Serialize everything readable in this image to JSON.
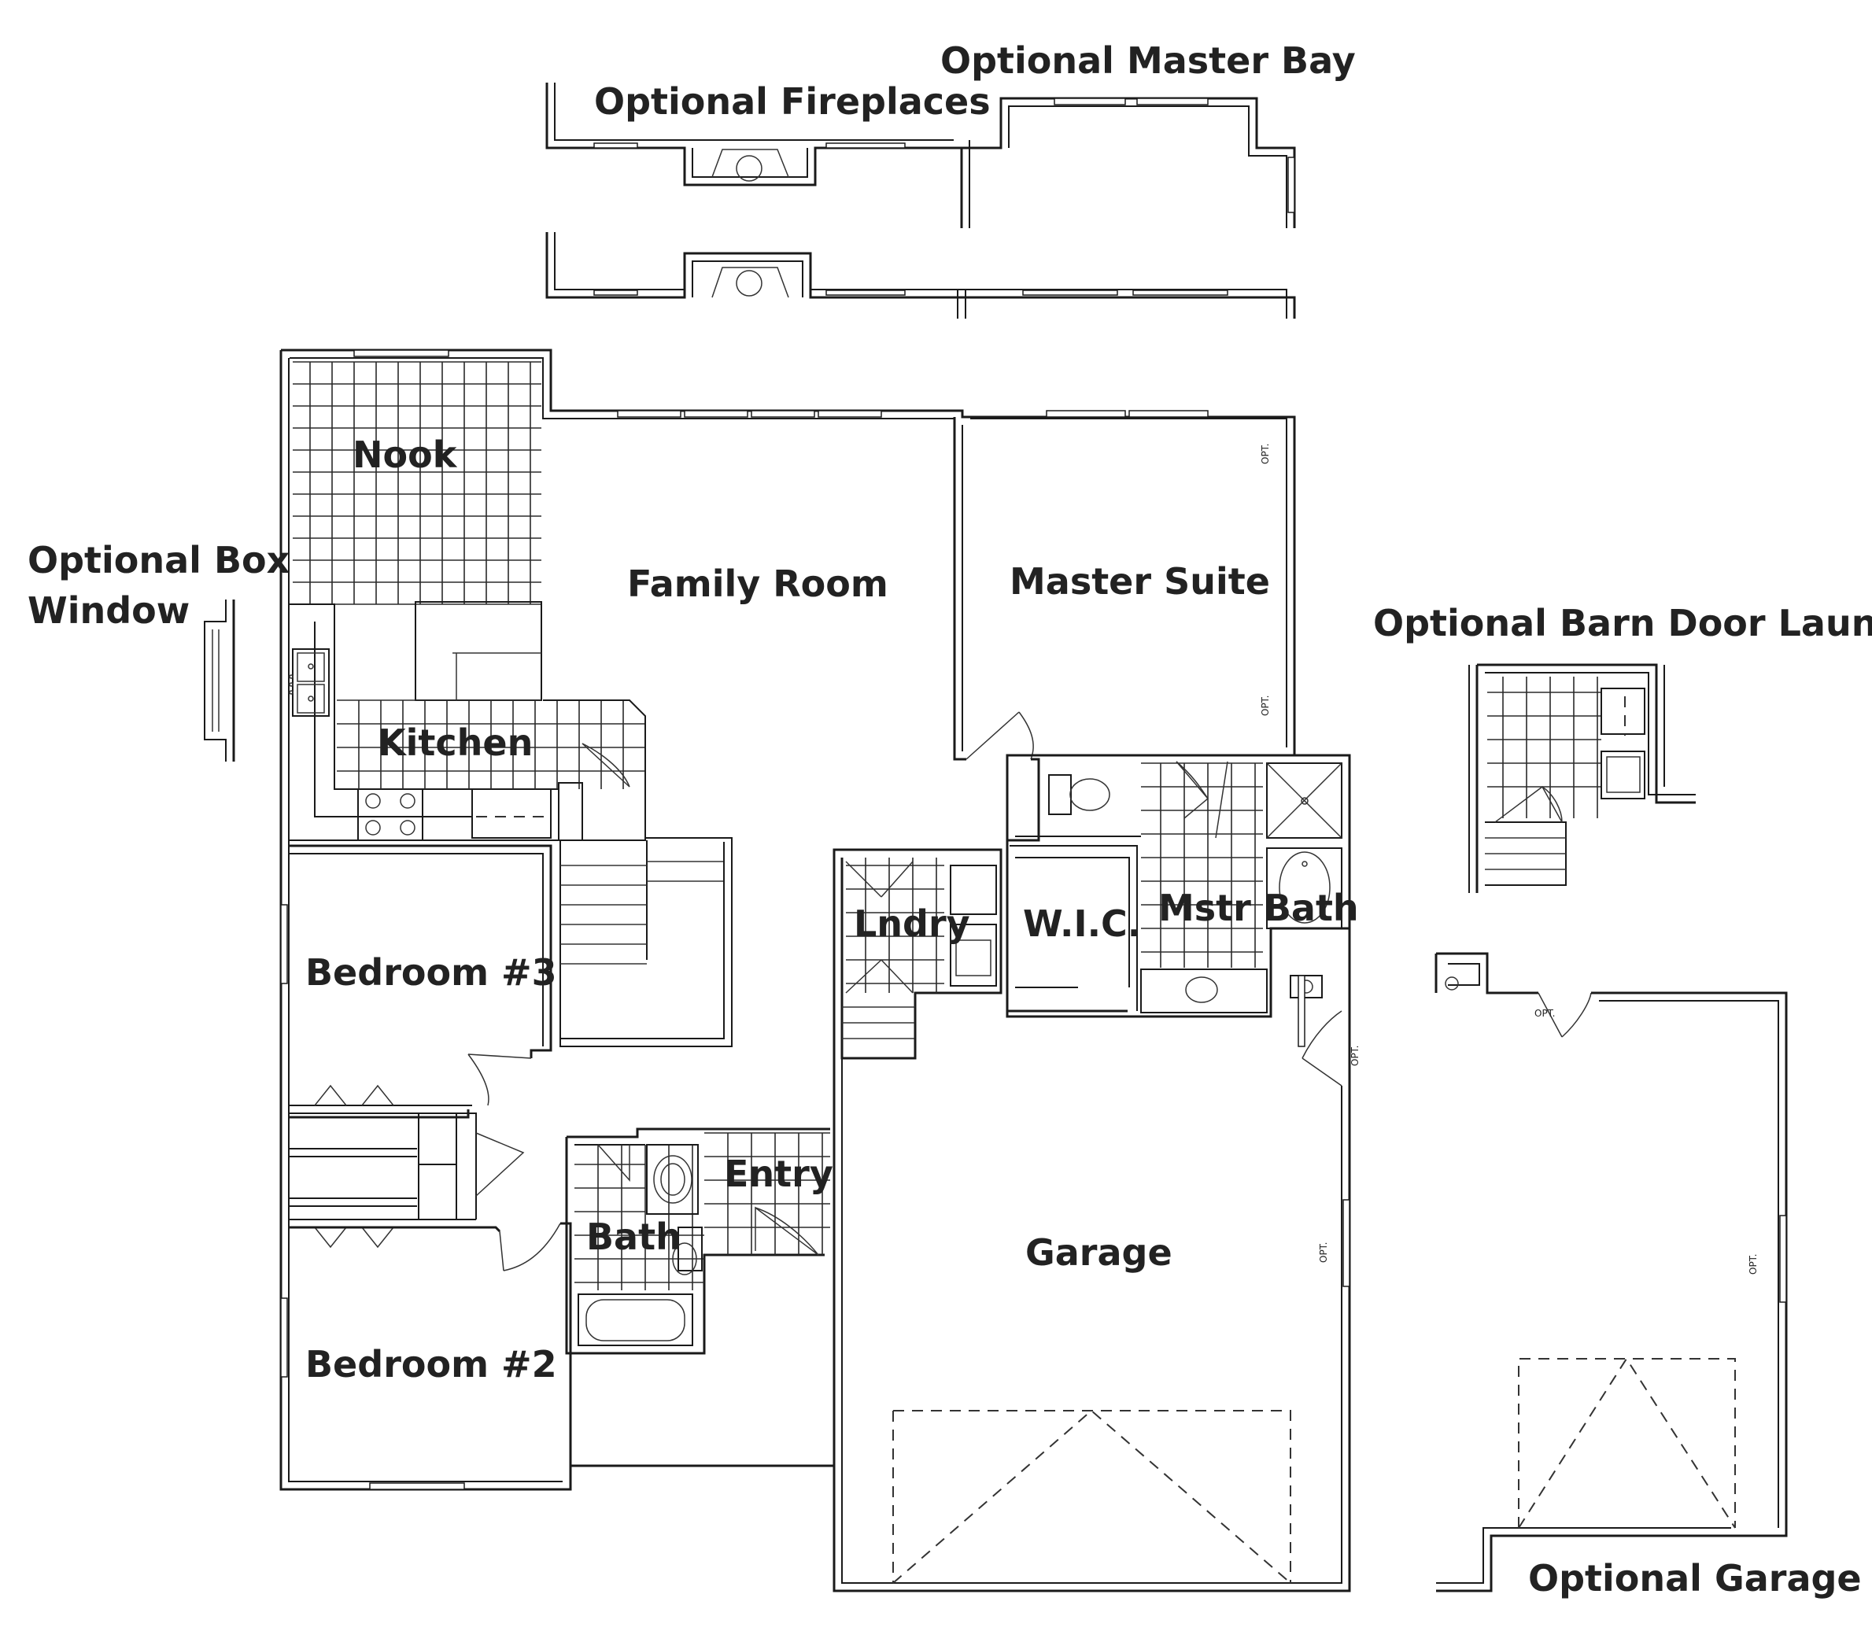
{
  "labels": {
    "optional_master_bay": "Optional Master Bay",
    "optional_fireplaces": "Optional Fireplaces",
    "optional_box_window_line1": "Optional Box",
    "optional_box_window_line2": "Window",
    "optional_barn_door_laundry": "Optional Barn Door Laundry",
    "optional_garage": "Optional Garage"
  },
  "rooms": {
    "nook": "Nook",
    "family_room": "Family Room",
    "master_suite": "Master Suite",
    "kitchen": "Kitchen",
    "laundry": "Lndry",
    "wic": "W.I.C.",
    "master_bath": "Mstr Bath",
    "bedroom3": "Bedroom #3",
    "bedroom2": "Bedroom #2",
    "entry": "Entry",
    "bath": "Bath",
    "garage": "Garage"
  },
  "marks": {
    "opt": "OPT."
  },
  "colors": {
    "line": "#1a1a1a",
    "text": "#222222",
    "background": "#ffffff"
  }
}
